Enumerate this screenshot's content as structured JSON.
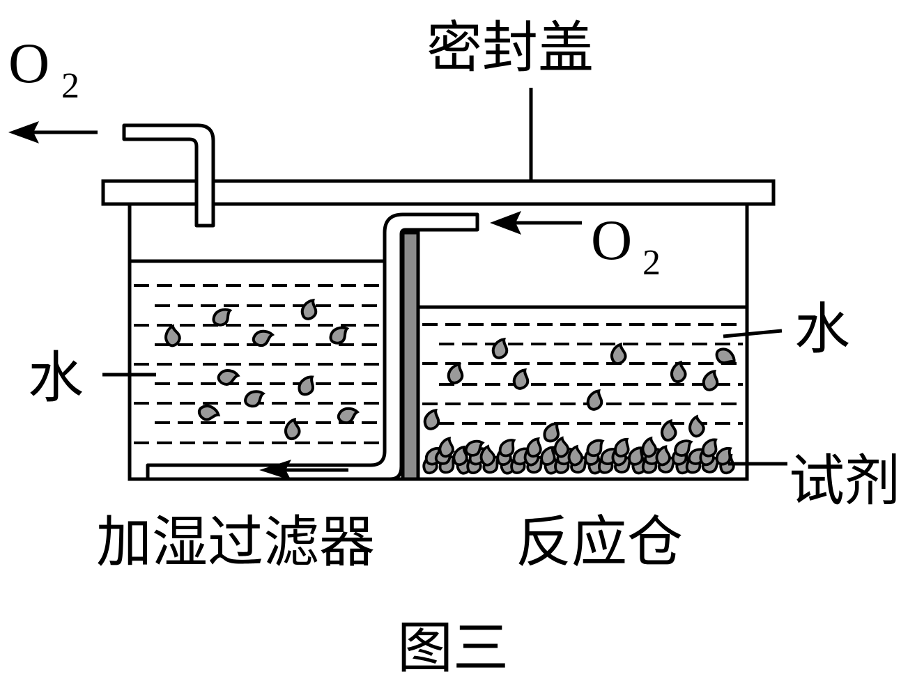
{
  "labels": {
    "lid": "密封盖",
    "water_left": "水",
    "water_right": "水",
    "reagent": "试剂",
    "humidifier": "加湿过滤器",
    "reactor": "反应仓",
    "caption": "图三"
  },
  "gas": {
    "outlet_symbol": "O",
    "outlet_sub": "2",
    "inlet_symbol": "O",
    "inlet_sub": "2"
  },
  "colors": {
    "stroke": "#000000",
    "particle_fill": "#9a9a9a",
    "divider_fill": "#8c8c8c",
    "background": "#ffffff"
  }
}
